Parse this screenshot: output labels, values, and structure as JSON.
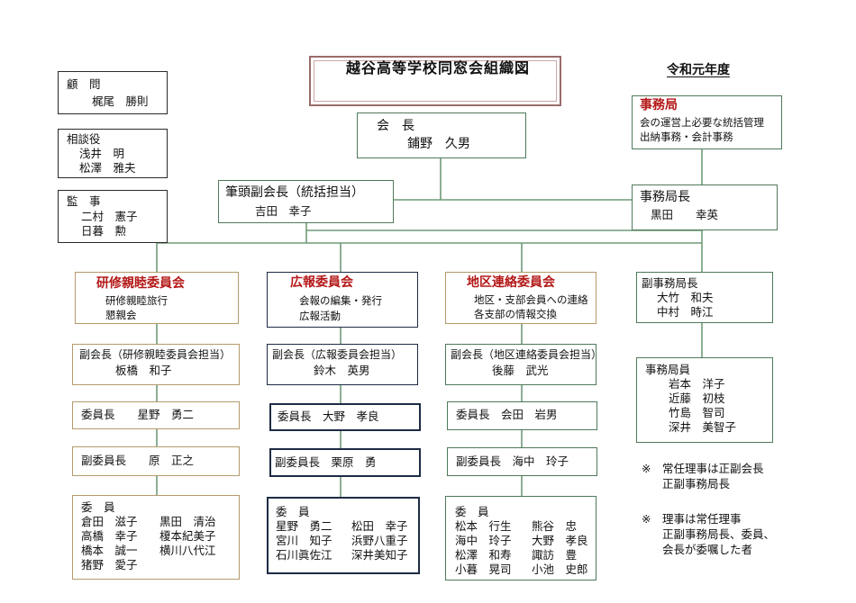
{
  "title": "越谷高等学校同窓会組織図",
  "year": "令和元年度",
  "komon": {
    "label": "顧　問",
    "name": "梶尾　勝則"
  },
  "sodanyaku": {
    "label": "相談役",
    "names": [
      "浅井　明",
      "松澤　雅夫"
    ]
  },
  "kanji": {
    "label": "監　事",
    "names": [
      "二村　憲子",
      "日暮　勲"
    ]
  },
  "jimukyoku": {
    "label": "事務局",
    "lines": [
      "会の運営上必要な統括管理",
      "出納事務・会計事務"
    ]
  },
  "kaicho": {
    "label": "会　長",
    "name": "鋪野　久男"
  },
  "hitto": {
    "label": "筆頭副会長（統括担当）",
    "name": "吉田　幸子"
  },
  "jimukyokucho": {
    "label": "事務局長",
    "name": "黒田　　幸英"
  },
  "kenshu": {
    "title": "研修親睦委員会",
    "lines": [
      "研修親睦旅行",
      "懇親会"
    ],
    "vice_label": "副会長（研修親睦委員会担当）",
    "vice_name": "板橋　和子",
    "chair": "委員長　　星野　勇二",
    "vicechair": "副委員長　　原　正之",
    "members_label": "委　員",
    "members_left": [
      "倉田　滋子",
      "高橋　幸子",
      "橋本　誠一",
      "猪野　愛子"
    ],
    "members_right": [
      "黒田　清治",
      "榎本紀美子",
      "横川八代江"
    ]
  },
  "koho": {
    "title": "広報委員会",
    "lines": [
      "会報の編集・発行",
      "広報活動"
    ],
    "vice_label": "副会長（広報委員会担当）",
    "vice_name": "鈴木　英男",
    "chair": "委員長　大野　孝良",
    "vicechair": "副委員長　栗原　勇",
    "members_label": "委　員",
    "members_left": [
      "星野　勇二",
      "宮川　知子",
      "石川眞佐江"
    ],
    "members_right": [
      "松田　幸子",
      "浜野八重子",
      "深井美知子"
    ]
  },
  "chiku": {
    "title": "地区連絡委員会",
    "lines": [
      "地区・支部会員への連絡",
      "各支部の情報交換"
    ],
    "vice_label": "副会長（地区連絡委員会担当）",
    "vice_name": "後藤　武光",
    "chair": "委員長　会田　岩男",
    "vicechair": "副委員長　海中　玲子",
    "members_label": "委　員",
    "members_left": [
      "松本　行生",
      "海中　玲子",
      "松澤　和寿",
      "小暮　晃司"
    ],
    "members_right": [
      "熊谷　忠",
      "大野　孝良",
      "諏訪　豊",
      "小池　史郎"
    ]
  },
  "fukujimukyokucho": {
    "label": "副事務局長",
    "names": [
      "大竹　和夫",
      "中村　時江"
    ]
  },
  "jimukyokuin": {
    "label": "事務局員",
    "names": [
      "岩本　洋子",
      "近藤　初枝",
      "竹島　智司",
      "深井　美智子"
    ]
  },
  "notes": [
    {
      "mark": "※",
      "lines": [
        "常任理事は正副会長",
        "正副事務局長"
      ]
    },
    {
      "mark": "※",
      "lines": [
        "理事は常任理事",
        "正副事務局長、委員、",
        "会長が委嘱した者"
      ]
    }
  ]
}
